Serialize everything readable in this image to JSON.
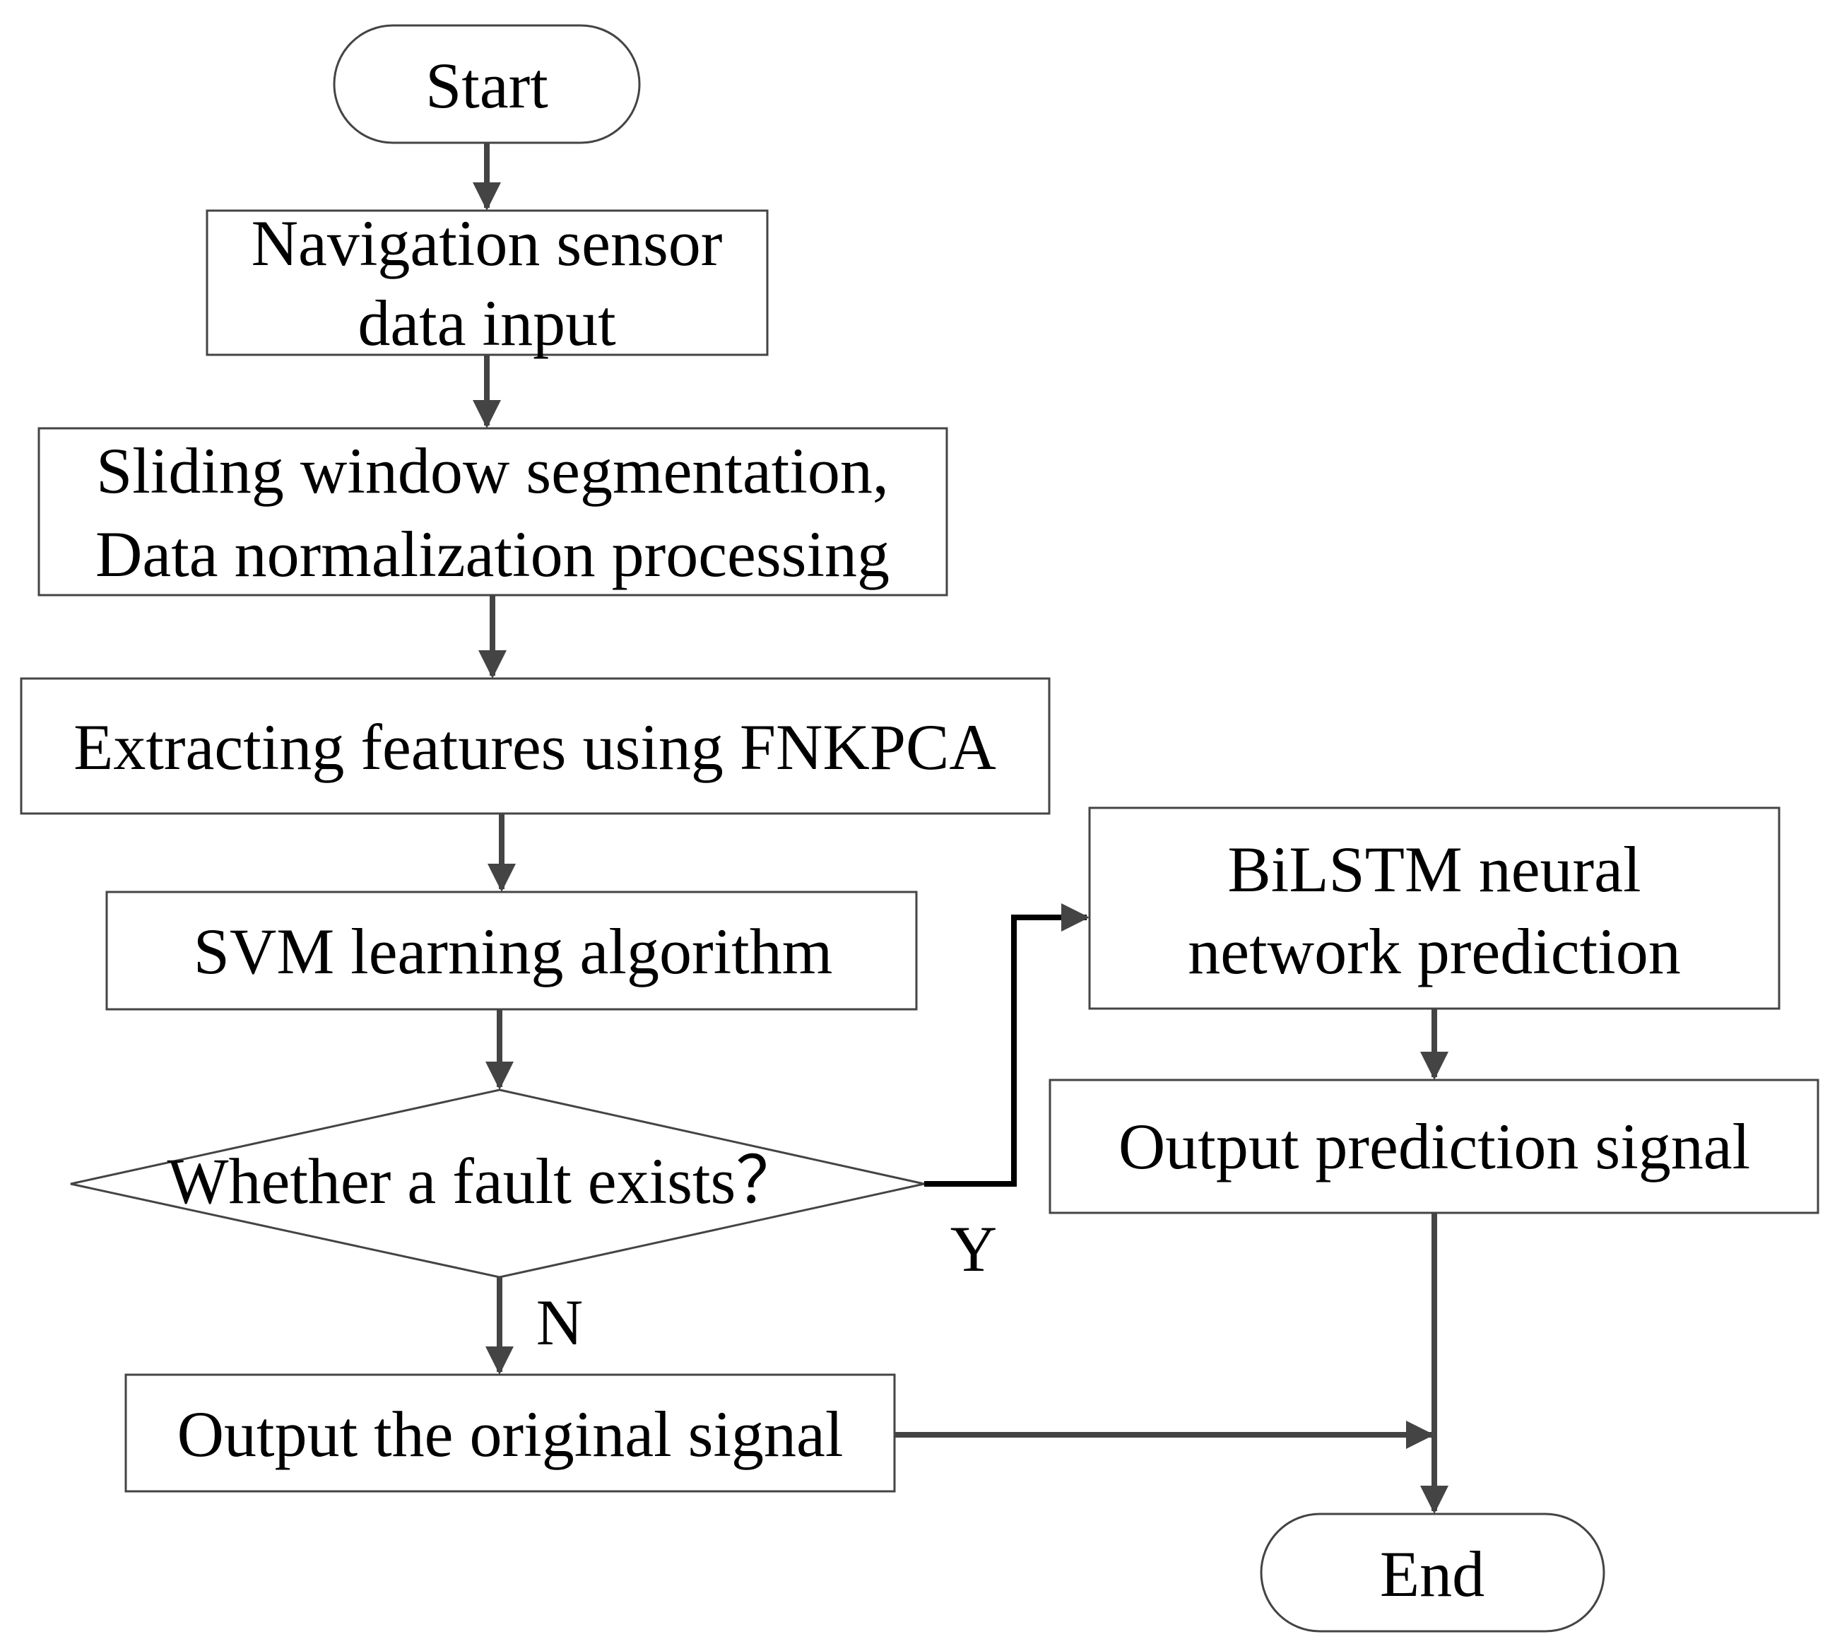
{
  "nodes": {
    "start": "Start",
    "nav_input": [
      "Navigation sensor",
      "data input"
    ],
    "sliding_window": [
      "Sliding window segmentation,",
      "Data normalization processing"
    ],
    "extract_features": "Extracting features using FNKPCA",
    "svm": "SVM learning algorithm",
    "fault_decision": "Whether a fault exists？",
    "bilstm": [
      "BiLSTM neural",
      "network prediction"
    ],
    "output_prediction": "Output prediction signal",
    "output_original": "Output the original signal",
    "end": "End"
  },
  "branches": {
    "yes": "Y",
    "no": "N"
  },
  "colors": {
    "stroke": "#444444",
    "text": "#000000",
    "background": "#ffffff"
  }
}
